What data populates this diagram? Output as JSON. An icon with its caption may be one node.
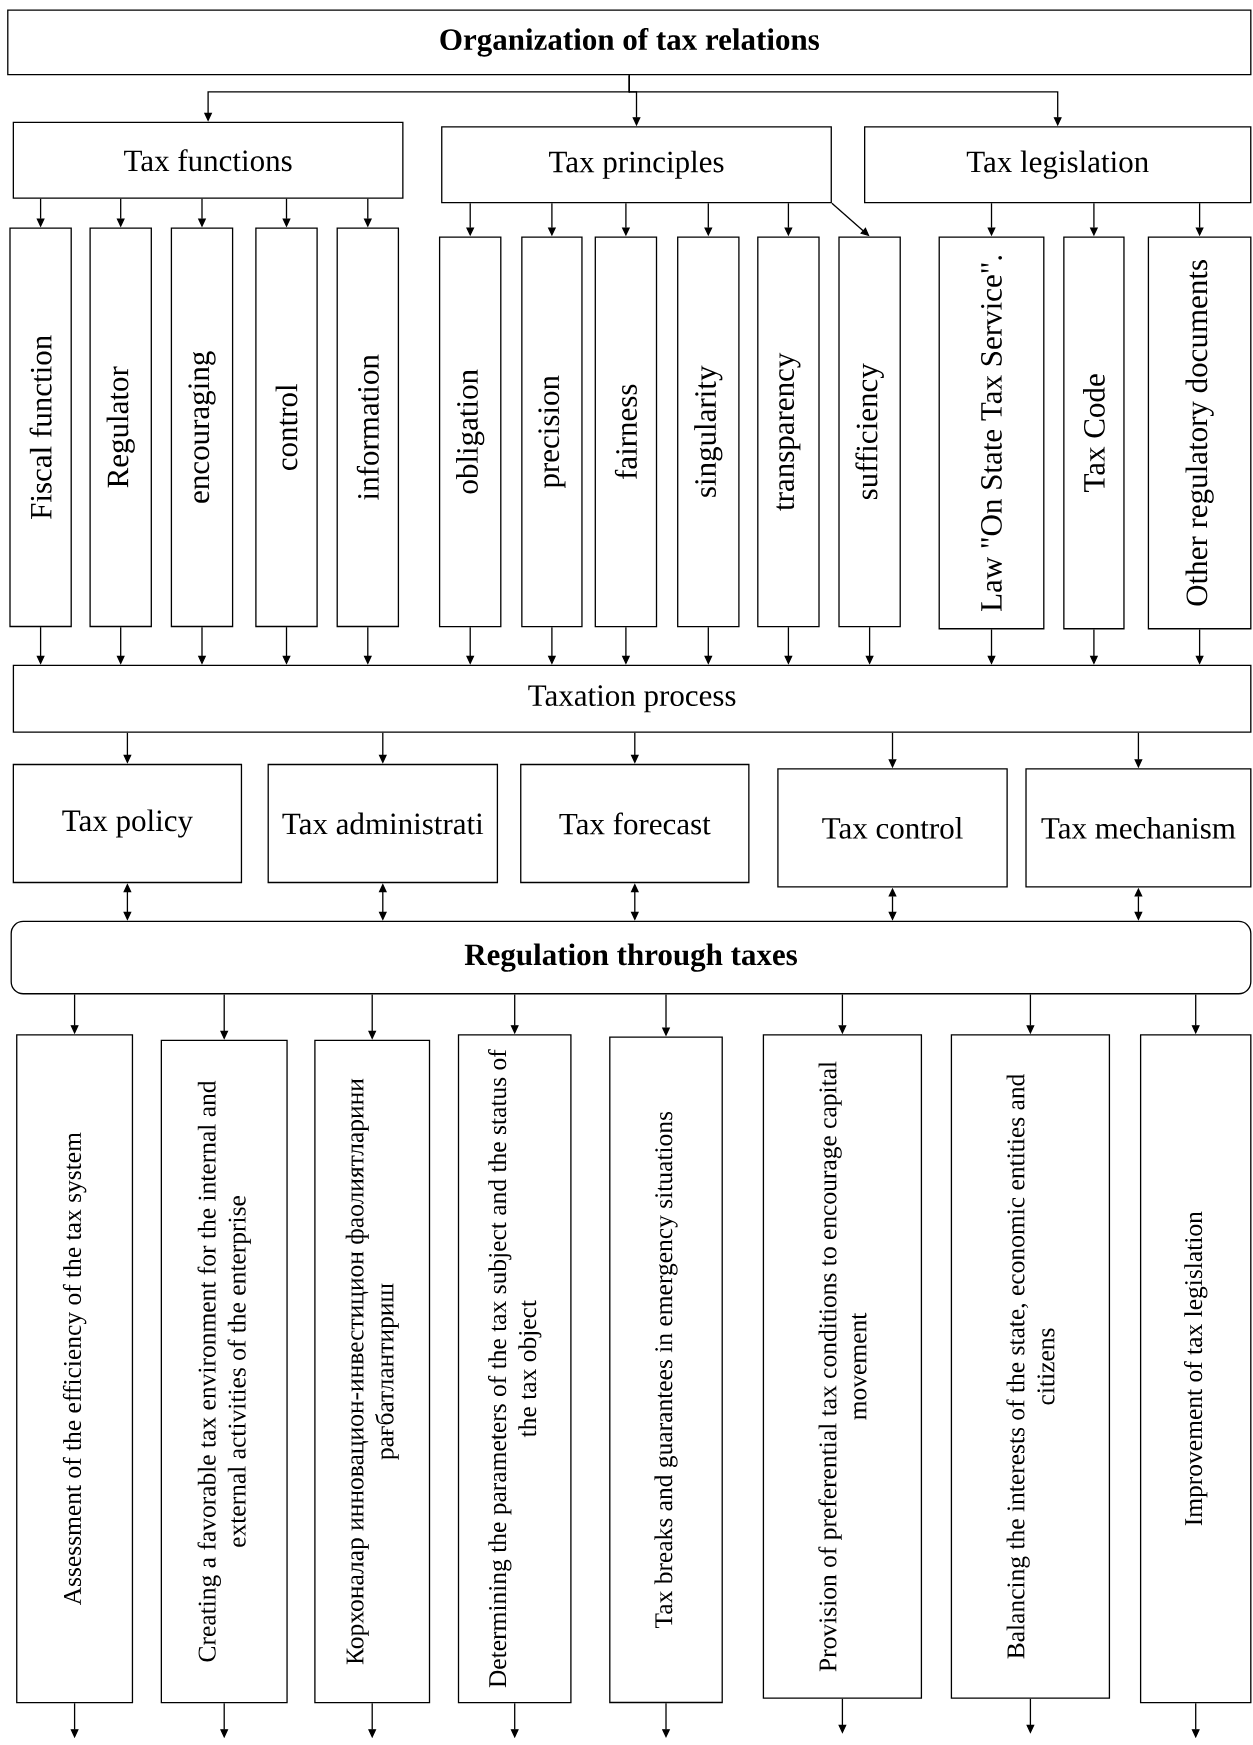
{
  "diagram": {
    "nodes": [
      {
        "text": [
          "Organization of tax relations"
        ]
      },
      {
        "text": [
          "Tax functions"
        ]
      },
      {
        "text": [
          "Tax principles"
        ]
      },
      {
        "text": [
          "Tax legislation"
        ]
      },
      {
        "text": [
          "Fiscal function"
        ]
      },
      {
        "text": [
          "Regulator"
        ]
      },
      {
        "text": [
          "encouraging"
        ]
      },
      {
        "text": [
          "control"
        ]
      },
      {
        "text": [
          "information"
        ]
      },
      {
        "text": [
          "obligation"
        ]
      },
      {
        "text": [
          "precision"
        ]
      },
      {
        "text": [
          "fairness"
        ]
      },
      {
        "text": [
          "singularity"
        ]
      },
      {
        "text": [
          "transparency"
        ]
      },
      {
        "text": [
          "sufficiency"
        ]
      },
      {
        "text": [
          "Law \"On State Tax Service\"."
        ]
      },
      {
        "text": [
          "Tax Code"
        ]
      },
      {
        "text": [
          "Other regulatory documents"
        ]
      },
      {
        "text": [
          "Taxation process"
        ]
      },
      {
        "text": [
          "Tax policy"
        ]
      },
      {
        "text": [
          "Tax administrati"
        ]
      },
      {
        "text": [
          "Tax forecast"
        ]
      },
      {
        "text": [
          "Tax control"
        ]
      },
      {
        "text": [
          "Tax mechanism"
        ]
      },
      {
        "text": [
          "Regulation through taxes"
        ]
      },
      {
        "text": [
          "Assessment of the efficiency of the tax system"
        ]
      },
      {
        "text": [
          "Creating a favorable tax environment for the internal and external activities of the enterprise"
        ]
      },
      {
        "text": [
          "Корхоналар инновацион-инвестицион фаолиятларини рағбатлантириш"
        ]
      },
      {
        "text": [
          "Determining the parameters of the tax subject and the status of the tax object"
        ]
      },
      {
        "text": [
          "Tax breaks and guarantees in emergency situations"
        ]
      },
      {
        "text": [
          "Provision of preferential tax conditions to encourage capital movement"
        ]
      },
      {
        "text": [
          "Balancing the interests of the state, economic entities and citizens"
        ]
      },
      {
        "text": [
          "Improvement of tax legislation"
        ]
      }
    ],
    "edges": [
      {
        "from": 0,
        "to": 1,
        "arrow": "to"
      },
      {
        "from": 0,
        "to": 2,
        "arrow": "to"
      },
      {
        "from": 0,
        "to": 3,
        "arrow": "to"
      },
      {
        "from": 1,
        "to": 4,
        "arrow": "to"
      },
      {
        "from": 1,
        "to": 5,
        "arrow": "to"
      },
      {
        "from": 1,
        "to": 6,
        "arrow": "to"
      },
      {
        "from": 1,
        "to": 7,
        "arrow": "to"
      },
      {
        "from": 1,
        "to": 8,
        "arrow": "to"
      },
      {
        "from": 2,
        "to": 9,
        "arrow": "to"
      },
      {
        "from": 2,
        "to": 10,
        "arrow": "to"
      },
      {
        "from": 2,
        "to": 11,
        "arrow": "to"
      },
      {
        "from": 2,
        "to": 12,
        "arrow": "to"
      },
      {
        "from": 2,
        "to": 13,
        "arrow": "to"
      },
      {
        "from": 2,
        "to": 14,
        "arrow": "to"
      },
      {
        "from": 3,
        "to": 15,
        "arrow": "to"
      },
      {
        "from": 3,
        "to": 16,
        "arrow": "to"
      },
      {
        "from": 3,
        "to": 17,
        "arrow": "to"
      },
      {
        "from": 4,
        "to": 18,
        "arrow": "to"
      },
      {
        "from": 5,
        "to": 18,
        "arrow": "to"
      },
      {
        "from": 6,
        "to": 18,
        "arrow": "to"
      },
      {
        "from": 7,
        "to": 18,
        "arrow": "to"
      },
      {
        "from": 8,
        "to": 18,
        "arrow": "to"
      },
      {
        "from": 9,
        "to": 18,
        "arrow": "to"
      },
      {
        "from": 10,
        "to": 18,
        "arrow": "to"
      },
      {
        "from": 11,
        "to": 18,
        "arrow": "to"
      },
      {
        "from": 12,
        "to": 18,
        "arrow": "to"
      },
      {
        "from": 13,
        "to": 18,
        "arrow": "to"
      },
      {
        "from": 14,
        "to": 18,
        "arrow": "to"
      },
      {
        "from": 15,
        "to": 18,
        "arrow": "to"
      },
      {
        "from": 16,
        "to": 18,
        "arrow": "to"
      },
      {
        "from": 17,
        "to": 18,
        "arrow": "to"
      },
      {
        "from": 18,
        "to": 19,
        "arrow": "to"
      },
      {
        "from": 18,
        "to": 20,
        "arrow": "to"
      },
      {
        "from": 18,
        "to": 21,
        "arrow": "to"
      },
      {
        "from": 18,
        "to": 22,
        "arrow": "to"
      },
      {
        "from": 18,
        "to": 23,
        "arrow": "to"
      },
      {
        "from": 19,
        "to": 24,
        "arrow": "both"
      },
      {
        "from": 20,
        "to": 24,
        "arrow": "both"
      },
      {
        "from": 21,
        "to": 24,
        "arrow": "both"
      },
      {
        "from": 22,
        "to": 24,
        "arrow": "both"
      },
      {
        "from": 23,
        "to": 24,
        "arrow": "both"
      },
      {
        "from": 24,
        "to": 25,
        "arrow": "to"
      },
      {
        "from": 24,
        "to": 26,
        "arrow": "to"
      },
      {
        "from": 24,
        "to": 27,
        "arrow": "to"
      },
      {
        "from": 24,
        "to": 28,
        "arrow": "to"
      },
      {
        "from": 24,
        "to": 29,
        "arrow": "to"
      },
      {
        "from": 24,
        "to": 30,
        "arrow": "to"
      },
      {
        "from": 24,
        "to": 31,
        "arrow": "to"
      },
      {
        "from": 24,
        "to": 32,
        "arrow": "to"
      },
      {
        "from": 25,
        "to": null,
        "arrow": "to"
      },
      {
        "from": 26,
        "to": null,
        "arrow": "to"
      },
      {
        "from": 27,
        "to": null,
        "arrow": "to"
      },
      {
        "from": 28,
        "to": null,
        "arrow": "to"
      },
      {
        "from": 29,
        "to": null,
        "arrow": "to"
      },
      {
        "from": 30,
        "to": null,
        "arrow": "to"
      },
      {
        "from": 31,
        "to": null,
        "arrow": "to"
      },
      {
        "from": 32,
        "to": null,
        "arrow": "to"
      }
    ]
  }
}
